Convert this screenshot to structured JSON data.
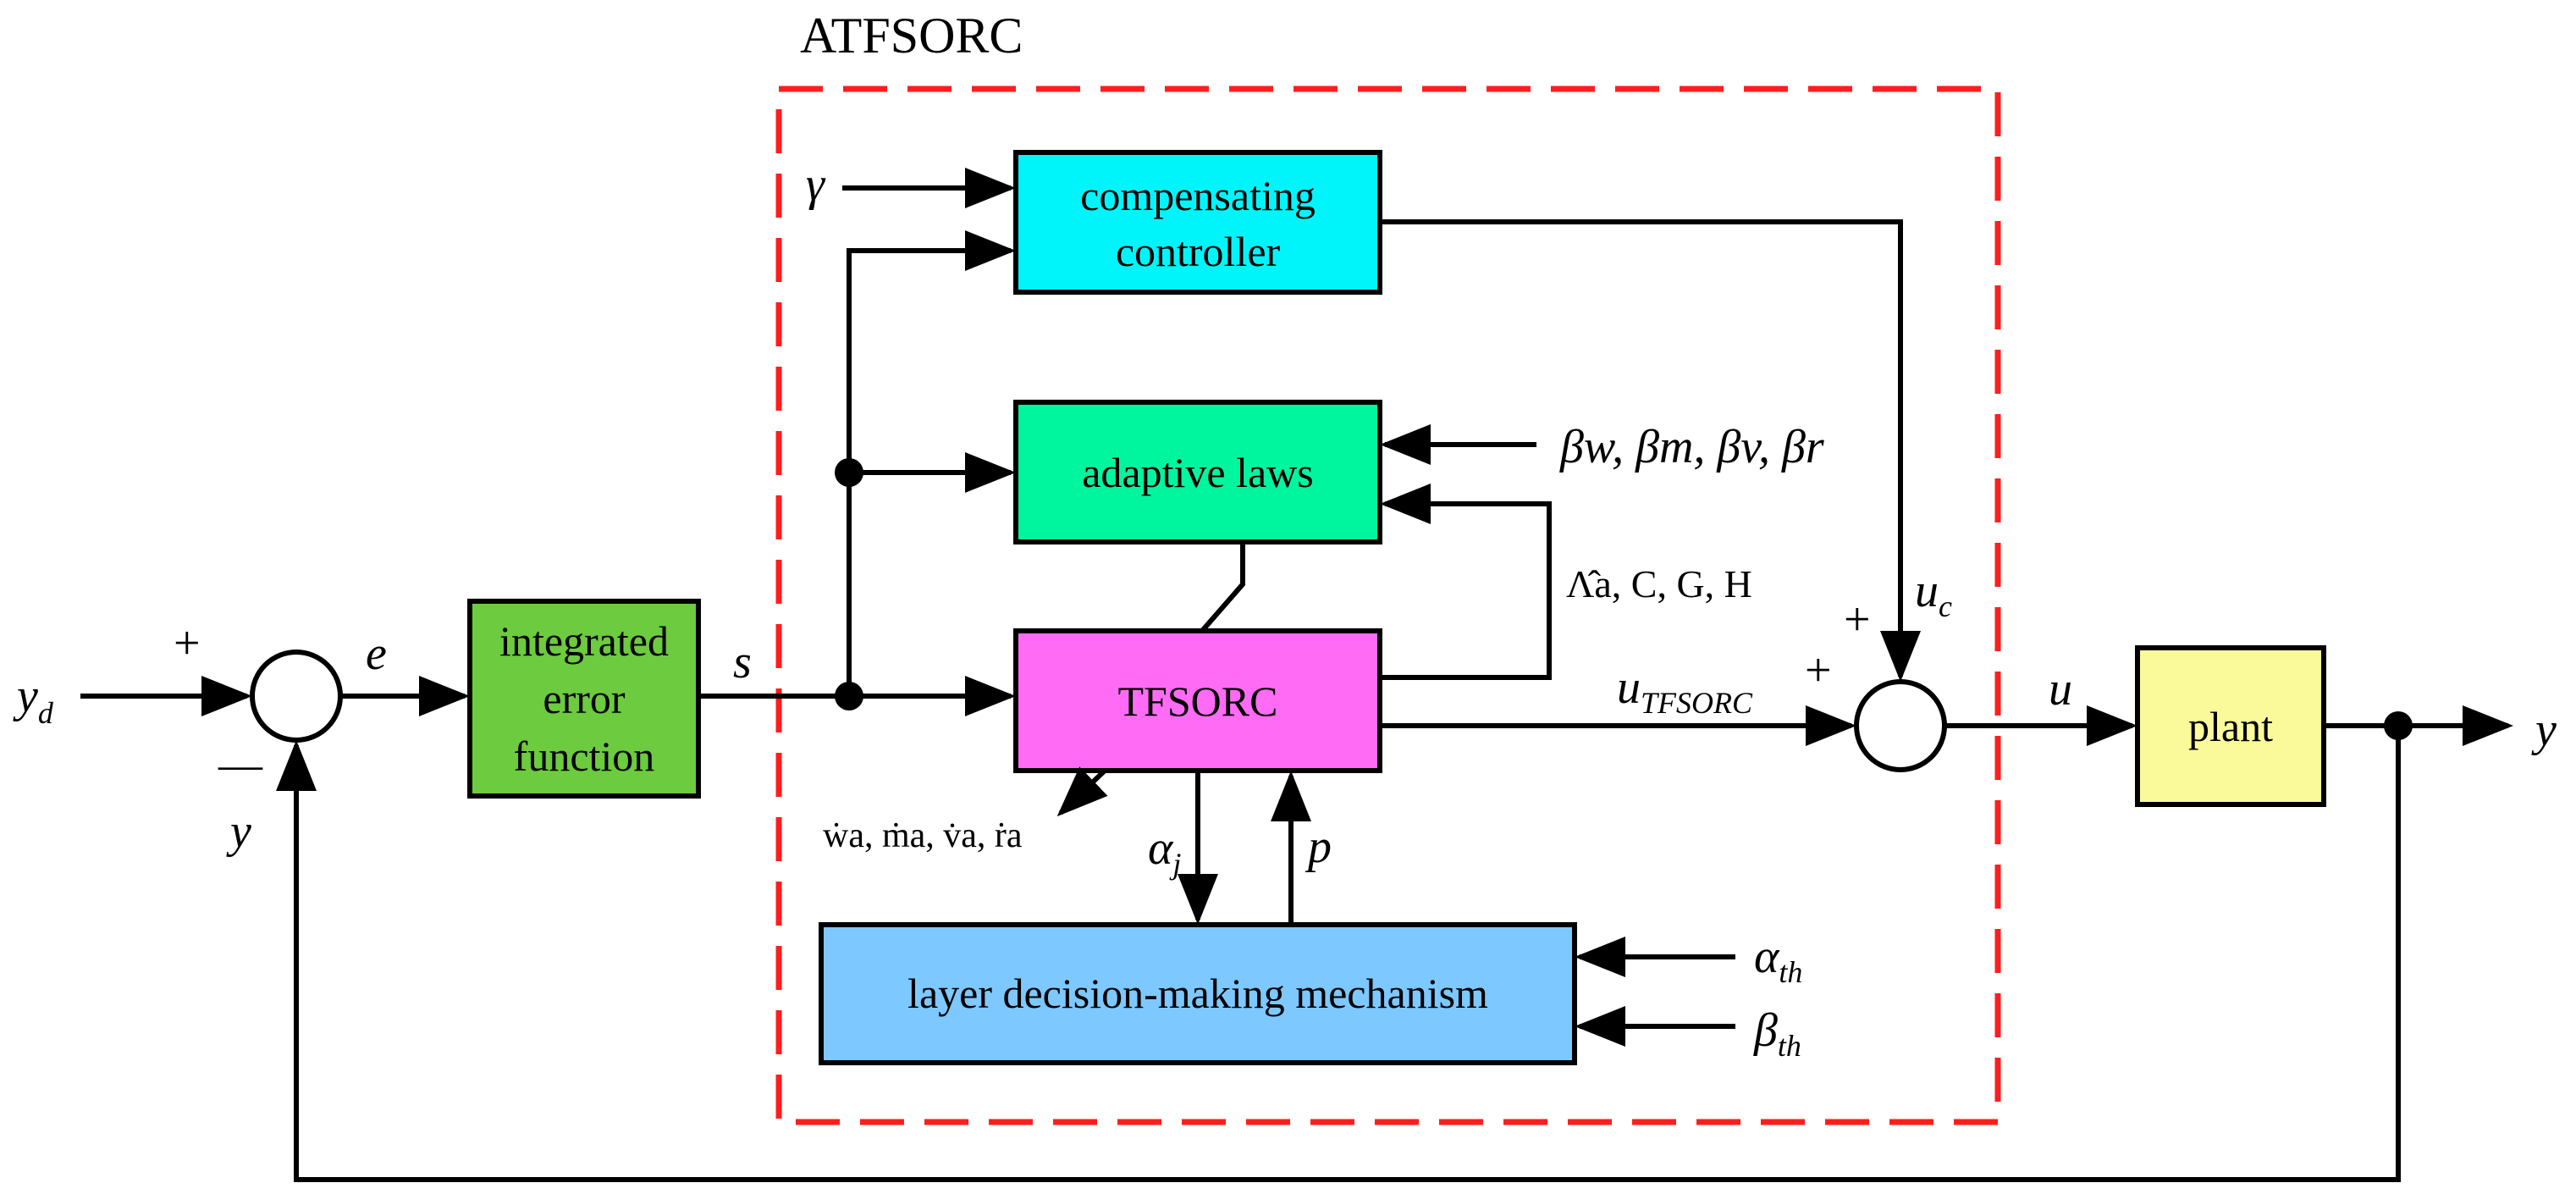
{
  "title": "ATFSORC",
  "blocks": {
    "integrated_error": [
      "integrated",
      "error",
      "function"
    ],
    "compensating": [
      "compensating",
      "controller"
    ],
    "adaptive": "adaptive laws",
    "tfsorc": "TFSORC",
    "layer": "layer decision-making mechanism",
    "plant": "plant"
  },
  "signals": {
    "yd": "y",
    "yd_sub": "d",
    "e": "e",
    "s": "s",
    "y": "y",
    "u": "u",
    "uc": "u",
    "uc_sub": "c",
    "utfsorc": "u",
    "utfsorc_sub": "TFSORC",
    "gamma": "γ",
    "p": "p",
    "alpha_j": "α",
    "alpha_j_sub": "j",
    "alpha_th": "α",
    "alpha_th_sub": "th",
    "beta_th": "β",
    "beta_th_sub": "th",
    "beta_label": "βw, βm, βv, βr",
    "lambda_label": "Λ̂a, C, G, H",
    "derivative_label": "ẇa, ṁa, v̇a, ṙa",
    "plus": "+",
    "minus": "—"
  },
  "colors": {
    "integrated_error": "#6CCB3E",
    "compensating": "#00F5FA",
    "adaptive": "#00F59F",
    "tfsorc": "#FF6BF5",
    "layer": "#7DC8FF",
    "plant": "#FAFA9A",
    "dashed_box": "#FF1E1E"
  }
}
